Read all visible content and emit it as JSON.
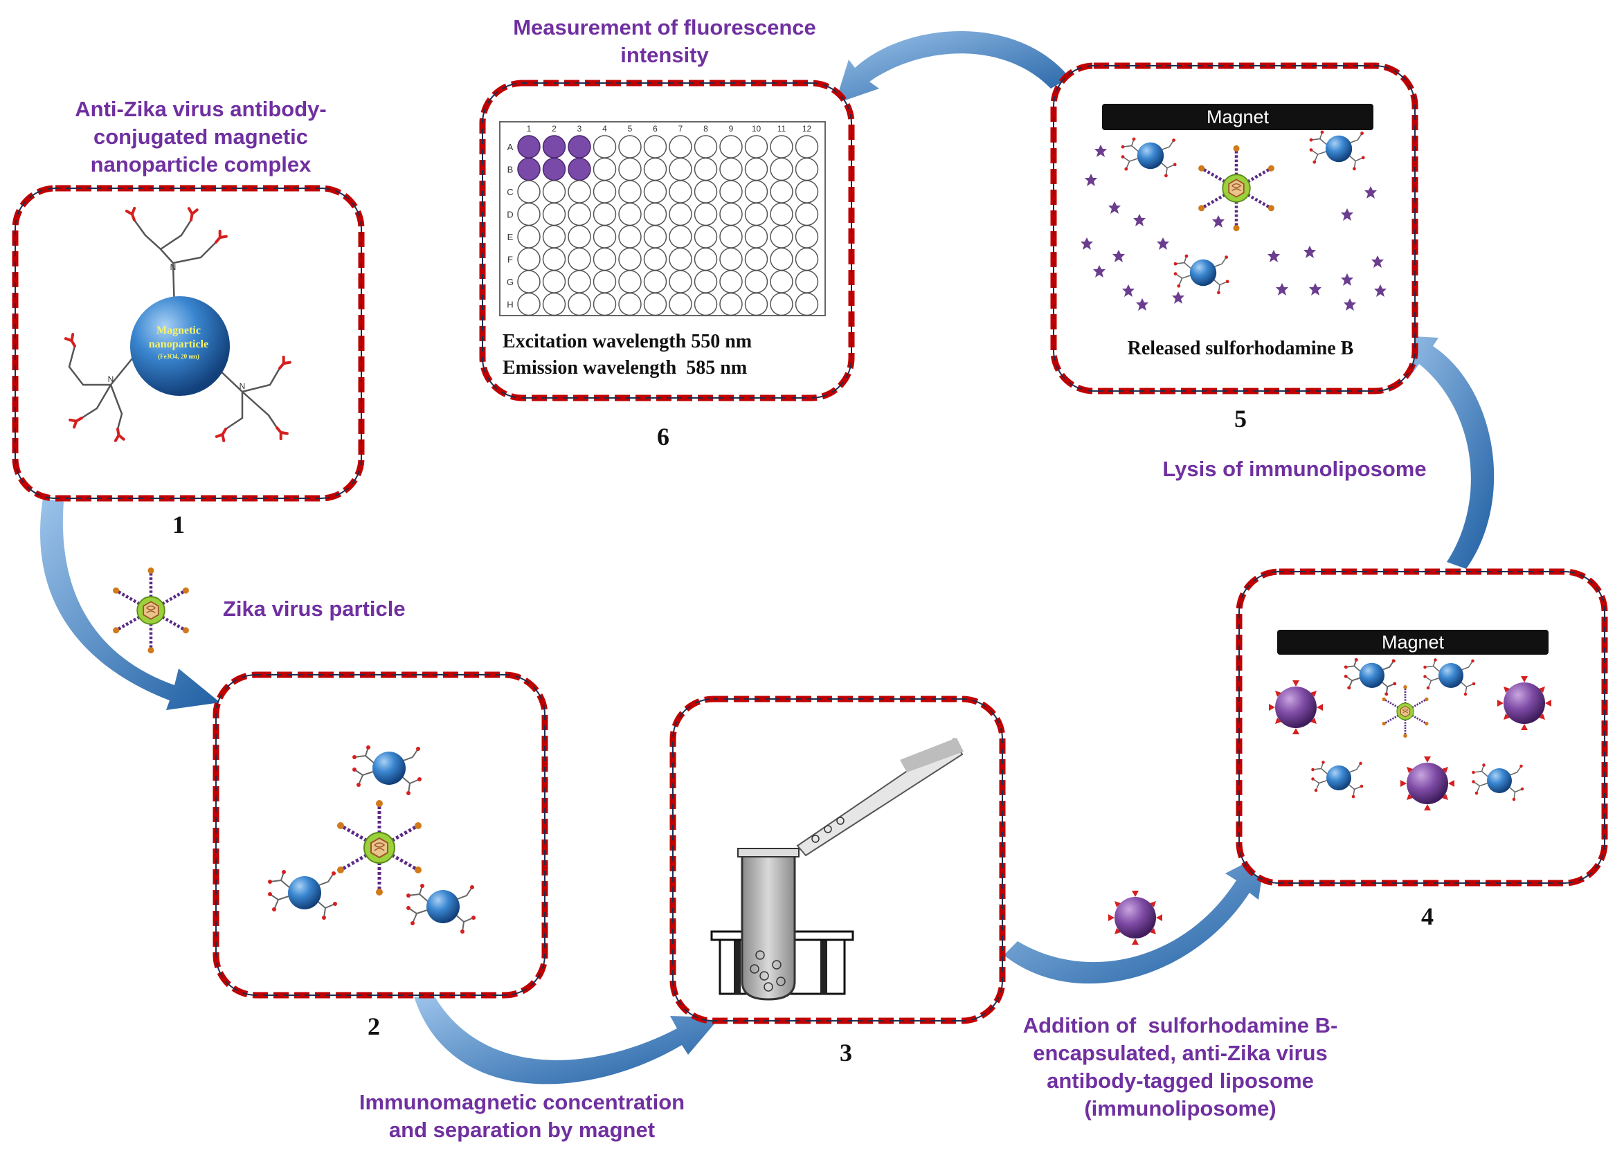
{
  "steps": [
    {
      "num": "1",
      "label": "Anti-Zika virus antibody-conjugated magnetic nanoparticle complex",
      "label_lines": [
        "Anti-Zika virus antibody-",
        "conjugated magnetic",
        "nanoparticle complex"
      ],
      "particle_label_lines": [
        "Magnetic",
        "nanoparticle",
        "(Fe3O4, 20 nm)"
      ]
    },
    {
      "num": "2"
    },
    {
      "num": "3"
    },
    {
      "num": "4",
      "magnet_label": "Magnet"
    },
    {
      "num": "5",
      "magnet_label": "Magnet",
      "caption": "Released sulforhodamine B"
    },
    {
      "num": "6",
      "plate_lines": [
        "Excitation wavelength 550 nm",
        "Emission wavelength  585 nm"
      ],
      "plate_columns": [
        "1",
        "2",
        "3",
        "4",
        "5",
        "6",
        "7",
        "8",
        "9",
        "10",
        "11",
        "12"
      ],
      "plate_rows": [
        "A",
        "B",
        "C",
        "D",
        "E",
        "F",
        "G",
        "H"
      ],
      "filled_wells": [
        [
          "A",
          1
        ],
        [
          "A",
          2
        ],
        [
          "A",
          3
        ],
        [
          "B",
          1
        ],
        [
          "B",
          2
        ],
        [
          "B",
          3
        ]
      ]
    }
  ],
  "transitions": {
    "zika": "Zika virus particle",
    "concentration_lines": [
      "Immunomagnetic concentration",
      "and separation by magnet"
    ],
    "addition_lines": [
      "Addition of  sulforhodamine B-",
      "encapsulated, anti-Zika virus",
      "antibody-tagged liposome",
      "(immunoliposome)"
    ],
    "lysis": "Lysis of immunoliposome",
    "measurement_lines": [
      "Measurement of fluorescence",
      "intensity"
    ]
  },
  "colors": {
    "frame_red": "#c00000",
    "frame_dark": "#1f2d4d",
    "arrow_blue": "#2e75b6",
    "label_purple": "#7030a0",
    "particle_blue": "#2f6fbf",
    "liposome_purple": "#7b4a9c"
  }
}
